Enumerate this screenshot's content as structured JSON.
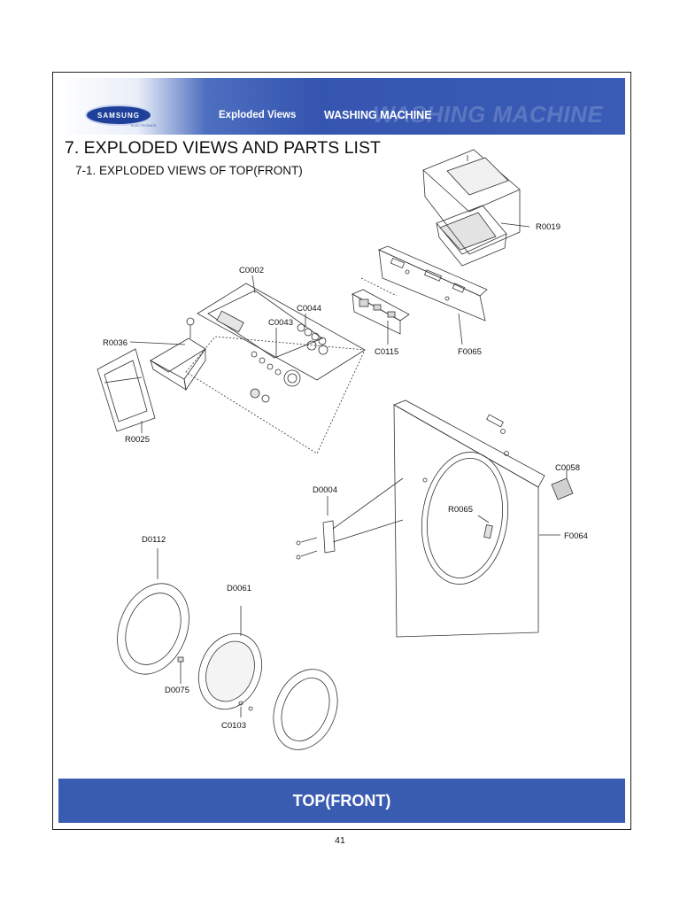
{
  "header": {
    "logo_text": "SAMSUNG",
    "logo_subtext": "ELECTRONICS",
    "section": "Exploded Views",
    "product": "WASHING MACHINE",
    "watermark": "WASHING MACHINE"
  },
  "title": "7. EXPLODED VIEWS AND PARTS LIST",
  "subtitle": "7-1. EXPLODED VIEWS OF TOP(FRONT)",
  "part_labels": {
    "R0019": "R0019",
    "C0002": "C0002",
    "C0044": "C0044",
    "C0043": "C0043",
    "R0036": "R0036",
    "C0115": "C0115",
    "F0065": "F0065",
    "R0025": "R0025",
    "C0058": "C0058",
    "D0004": "D0004",
    "R0065": "R0065",
    "F0064": "F0064",
    "D0112": "D0112",
    "D0061": "D0061",
    "D0075": "D0075",
    "C0103": "C0103"
  },
  "footer": {
    "label": "TOP(FRONT)"
  },
  "page_number": "41",
  "colors": {
    "header_blue": "#3555b0",
    "footer_blue": "#3a5cb0"
  }
}
